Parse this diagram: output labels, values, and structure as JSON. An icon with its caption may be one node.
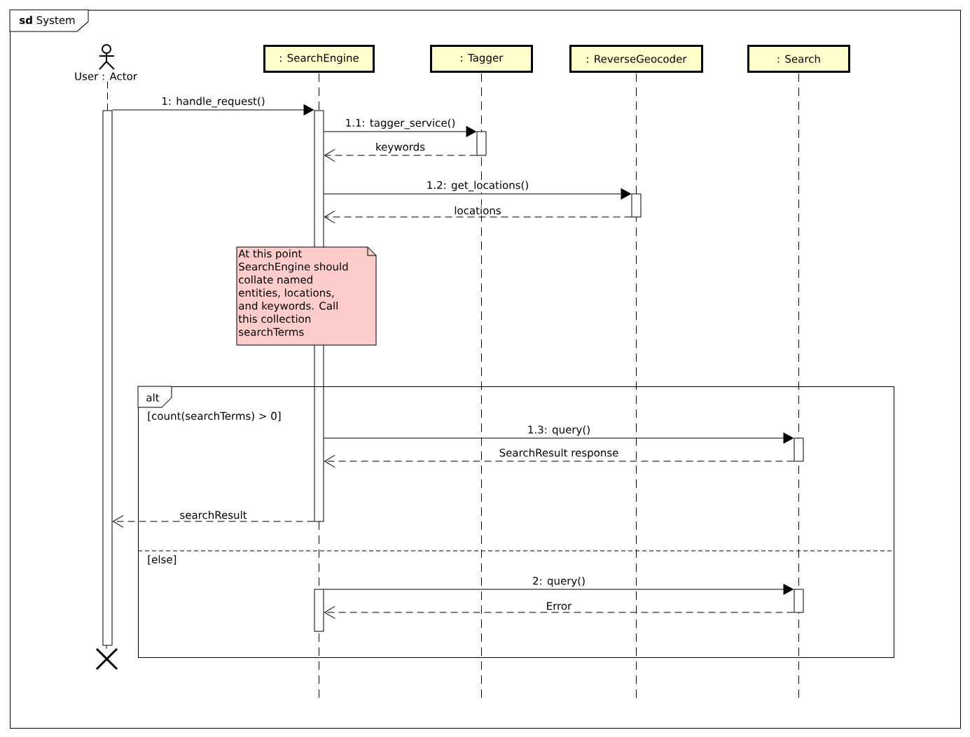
{
  "diagram": {
    "nodes": [
      {
        "text": [
          "**sd** System"
        ]
      },
      {
        "text": [
          "User : Actor"
        ],
        "in": 0
      },
      {
        "text": [
          ": SearchEngine"
        ],
        "in": 0
      },
      {
        "text": [
          ": Tagger"
        ],
        "in": 0
      },
      {
        "text": [
          ": ReverseGeocoder"
        ],
        "in": 0
      },
      {
        "text": [
          ": Search"
        ],
        "in": 0
      },
      {
        "text": [],
        "shape": "bar",
        "in": 0
      },
      {
        "text": [],
        "shape": "bar",
        "in": 0
      },
      {
        "text": [],
        "shape": "bar",
        "in": 0
      },
      {
        "text": [],
        "shape": "bar",
        "in": 0
      },
      {
        "text": [
          "At this point SearchEngine should collate named entities, locations, and keywords. Call this collection searchTerms"
        ],
        "in": 0
      },
      {
        "text": [
          "alt",
          "[count(searchTerms) > 0]",
          "[else]"
        ],
        "in": 0
      },
      {
        "text": [],
        "shape": "bar",
        "in": 11
      },
      {
        "text": [],
        "shape": "bar",
        "in": 11
      },
      {
        "text": [],
        "shape": "bar",
        "in": 11
      }
    ],
    "edges": [
      {
        "from": 6,
        "to": 7,
        "arrow": "to",
        "label": "1: handle_request()"
      },
      {
        "from": 7,
        "to": 8,
        "arrow": "to",
        "label": "1.1: tagger_service()"
      },
      {
        "from": 8,
        "to": 7,
        "arrow": "to",
        "label": "keywords",
        "style": "dashed"
      },
      {
        "from": 7,
        "to": 9,
        "arrow": "to",
        "label": "1.2: get_locations()"
      },
      {
        "from": 9,
        "to": 7,
        "arrow": "to",
        "label": "locations",
        "style": "dashed"
      },
      {
        "from": 7,
        "to": 12,
        "arrow": "to",
        "label": "1.3: query()"
      },
      {
        "from": 12,
        "to": 7,
        "arrow": "to",
        "label": "SearchResult response",
        "style": "dashed"
      },
      {
        "from": 7,
        "to": 6,
        "arrow": "to",
        "label": "searchResult",
        "style": "dashed"
      },
      {
        "from": 13,
        "to": 14,
        "arrow": "to",
        "label": "2: query()"
      },
      {
        "from": 14,
        "to": 13,
        "arrow": "to",
        "label": "Error",
        "style": "dashed"
      },
      {
        "from": 1,
        "to": 6,
        "arrow": "none",
        "style": "dashed"
      }
    ]
  }
}
